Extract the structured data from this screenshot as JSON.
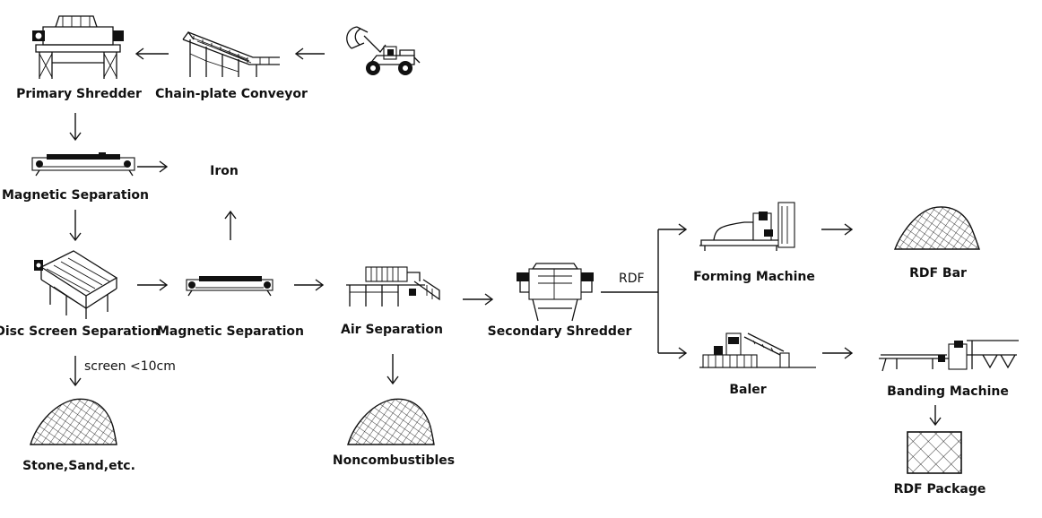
{
  "nodes": {
    "primary_shredder": "Primary Shredder",
    "chain_plate_conveyor": "Chain-plate Conveyor",
    "magnetic_separation_1": "Magnetic Separation",
    "iron": "Iron",
    "disc_screen_separation": "Disc Screen Separation",
    "magnetic_separation_2": "Magnetic Separation",
    "air_separation": "Air Separation",
    "secondary_shredder": "Secondary Shredder",
    "forming_machine": "Forming Machine",
    "rdf_bar": "RDF Bar",
    "baler": "Baler",
    "banding_machine": "Banding Machine",
    "rdf_package": "RDF Package",
    "stone_sand": "Stone,Sand,etc.",
    "noncombustibles": "Noncombustibles"
  },
  "edge_labels": {
    "screen": "screen <10cm",
    "rdf": "RDF"
  },
  "icons": [
    "wheel-loader-icon",
    "chain-plate-conveyor-icon",
    "primary-shredder-icon",
    "magnetic-separator-icon",
    "disc-screen-icon",
    "air-separator-icon",
    "secondary-shredder-icon",
    "forming-machine-icon",
    "baler-icon",
    "banding-machine-icon",
    "material-pile-icon",
    "package-block-icon"
  ]
}
